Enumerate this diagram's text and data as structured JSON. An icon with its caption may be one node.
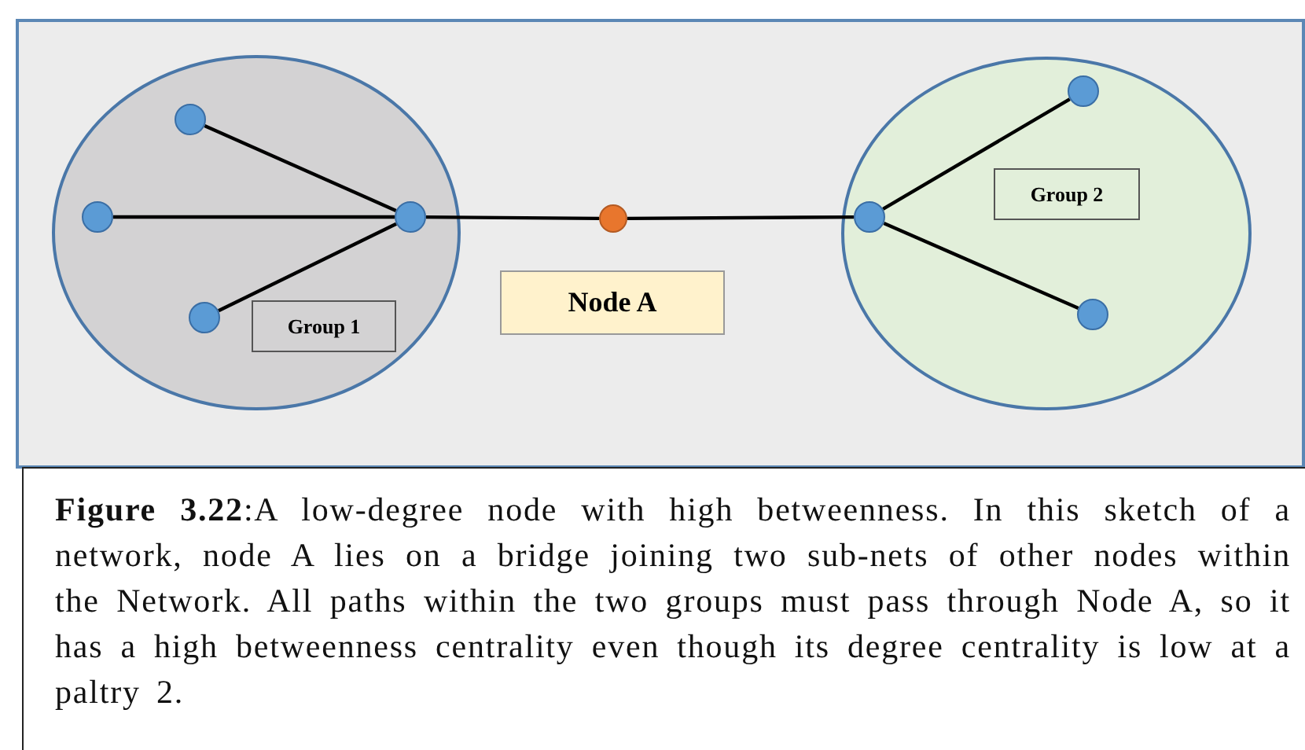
{
  "diagram": {
    "caption": "**Figure 3.22**:A low-degree node with high betweenness. In this sketch of a network, node A lies on a bridge joining two sub-nets of other nodes within the Network. All paths within the two groups must pass through Node A, so it has a high betweenness centrality even though its degree centrality is low at a paltry 2.",
    "nodes": [
      {
        "text": [],
        "shape": "circle"
      },
      {
        "text": [],
        "shape": "circle",
        "in": 0
      },
      {
        "text": [],
        "shape": "circle",
        "in": 0
      },
      {
        "text": [],
        "shape": "circle",
        "in": 0
      },
      {
        "text": [],
        "shape": "circle",
        "in": 0
      },
      {
        "text": [
          "Group 1"
        ],
        "in": 0
      },
      {
        "text": [],
        "shape": "circle"
      },
      {
        "text": [
          "Node A"
        ]
      },
      {
        "text": [],
        "shape": "circle"
      },
      {
        "text": [],
        "shape": "circle",
        "in": 8
      },
      {
        "text": [],
        "shape": "circle",
        "in": 8
      },
      {
        "text": [],
        "shape": "circle",
        "in": 8
      },
      {
        "text": [
          "Group 2"
        ],
        "in": 8
      }
    ],
    "edges": [
      {
        "from": 1,
        "to": 4,
        "arrow": "none"
      },
      {
        "from": 2,
        "to": 4,
        "arrow": "none"
      },
      {
        "from": 3,
        "to": 4,
        "arrow": "none"
      },
      {
        "from": 4,
        "to": 6,
        "arrow": "none"
      },
      {
        "from": 6,
        "to": 9,
        "arrow": "none"
      },
      {
        "from": 9,
        "to": 10,
        "arrow": "none"
      },
      {
        "from": 9,
        "to": 11,
        "arrow": "none"
      }
    ]
  }
}
